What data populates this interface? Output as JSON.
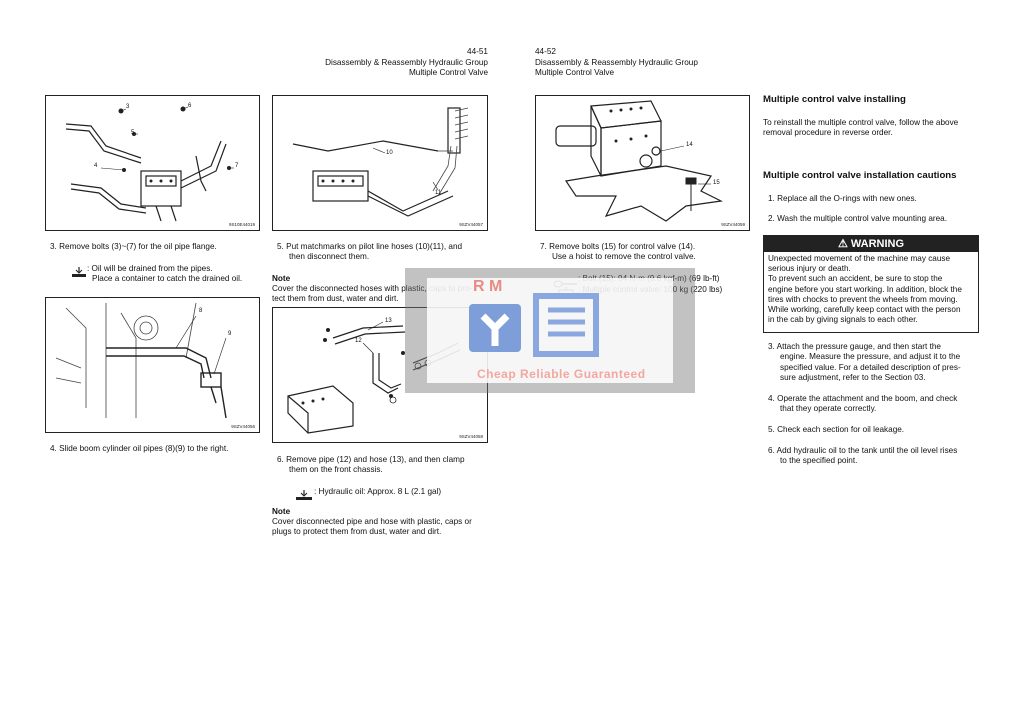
{
  "header": {
    "left_page_number": "44-51",
    "left_line1": "Disassembly & Reassembly Hydraulic Group",
    "left_line2": "Multiple Control Valve",
    "right_page_number": "44-52",
    "right_line1": "Disassembly & Reassembly Hydraulic Group",
    "right_line2": "Multiple Control Valve"
  },
  "figures": {
    "fig1_id": "9S10E44019",
    "fig1_labels": [
      "3",
      "6",
      "5",
      "4",
      "7"
    ],
    "fig2_id": "9SZV44057",
    "fig2_labels": [
      "10",
      "11"
    ],
    "fig3_id": "9SZV44059",
    "fig3_labels": [
      "14",
      "15"
    ],
    "fig4_id": "9SZV44056",
    "fig4_labels": [
      "8",
      "9"
    ],
    "fig5_id": "9SZV44058",
    "fig5_labels": [
      "13",
      "12"
    ]
  },
  "steps": {
    "step3": "3.  Remove bolts (3)~(7) for the oil pipe flange.",
    "step3_note1": ": Oil will be drained from the pipes.",
    "step3_note2": "Place a container to catch the drained oil.",
    "step4": "4.  Slide boom cylinder oil pipes (8)(9) to the right.",
    "step5_line1": "5.  Put matchmarks on pilot line hoses (10)(11), and",
    "step5_line2": "then disconnect them.",
    "note_label_1": "Note",
    "note1_line1": "Cover the disconnected hoses with plastic, caps to pro-",
    "note1_line2": "tect them from dust, water and dirt.",
    "step6_line1": "6.  Remove pipe (12) and hose (13), and then clamp",
    "step6_line2": "them on the front chassis.",
    "step6_oil": ": Hydraulic oil: Approx. 8 L (2.1 gal)",
    "note_label_2": "Note",
    "note2_line1": "Cover disconnected pipe and hose with plastic, caps or",
    "note2_line2": "plugs to protect them from dust, water and dirt.",
    "step7_line1": "7.  Remove bolts (15) for control valve (14).",
    "step7_line2": "Use a hoist to remove the control valve.",
    "step7_bolt": ": Bolt (15): 94 N-m (9.6 kgf-m) (69 lb-ft)",
    "step7_weight": ": Multiple control valve: 100 kg (220 lbs)"
  },
  "installing": {
    "title": "Multiple control valve installing",
    "line1": "To reinstall the multiple control valve, follow the above",
    "line2": "removal procedure in reverse order."
  },
  "cautions": {
    "title": "Multiple control valve installation cautions",
    "items": [
      "1.  Replace all the O-rings with new ones.",
      "2.  Wash the multiple control valve mounting area."
    ]
  },
  "warning": {
    "title": "WARNING",
    "lines": [
      "Unexpected movement of the machine may cause",
      "serious injury or death.",
      "To prevent such an accident, be sure to stop the",
      "engine before you start working. In addition, block the",
      "tires with chocks to prevent the wheels from moving.",
      "While working, carefully keep contact with the person",
      "in the cab by giving signals to each other."
    ]
  },
  "later_steps": [
    [
      "3.  Attach the pressure gauge, and then start the",
      "engine. Measure the pressure, and adjust it to the",
      "specified value. For a detailed description of pres-",
      "sure adjustment, refer to the Section 03."
    ],
    [
      "4.  Operate the attachment and the boom, and check",
      "that they operate correctly."
    ],
    [
      "5.  Check each section for oil leakage."
    ],
    [
      "6.  Add hydraulic oil to the tank until the oil level rises",
      "to the specified point."
    ]
  ],
  "watermark": {
    "letters": "R M",
    "slogan": "Cheap Reliable Guaranteed"
  }
}
